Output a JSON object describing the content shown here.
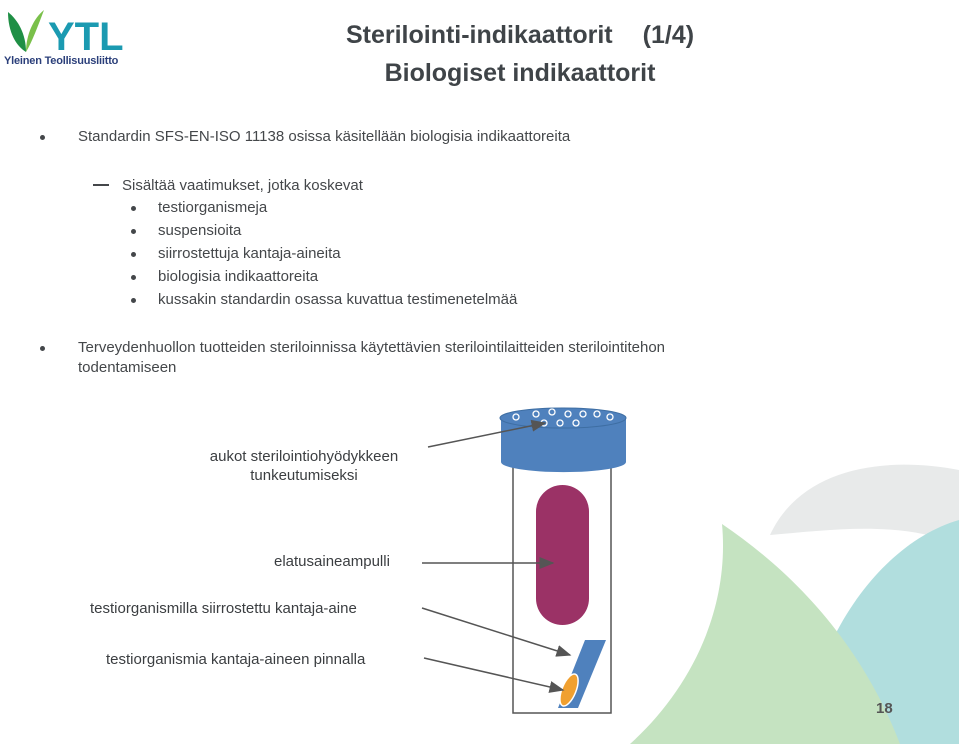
{
  "logo": {
    "brand": "YTL",
    "subtitle": "Yleinen Teollisuusliitto"
  },
  "title": {
    "line1": "Sterilointi-indikaattorit",
    "part": "(1/4)",
    "line2": "Biologiset indikaattorit"
  },
  "bullets": {
    "b1": "Standardin SFS-EN-ISO 11138 osissa käsitellään biologisia indikaattoreita",
    "sub_heading": "Sisältää vaatimukset, jotka koskevat",
    "sub_items": [
      "testiorganismeja",
      "suspensioita",
      "siirrostettuja kantaja-aineita",
      "biologisia indikaattoreita",
      "kussakin standardin osassa kuvattua testimenetelmää"
    ],
    "b2_line1": "Terveydenhuollon tuotteiden steriloinnissa käytettävien sterilointilaitteiden sterilointitehon",
    "b2_line2": "todentamiseen"
  },
  "diagram": {
    "label_holes_line1": "aukot sterilointiohyödykkeen",
    "label_holes_line2": "tunkeutumiseksi",
    "label_ampoule": "elatusaineampulli",
    "label_inoculated": "testiorganismilla siirrostettu kantaja-aine",
    "label_organisms": "testiorganismia kantaja-aineen pinnalla"
  },
  "page_number": "18",
  "colors": {
    "cap": "#4f81bd",
    "ampoule": "#9b3266",
    "carrier": "#4f81bd",
    "organism_spot": "#f0a030",
    "leaf_green": "#c5e3c1",
    "leaf_teal": "#b1dede",
    "leaf_gray": "#e8eaea"
  }
}
